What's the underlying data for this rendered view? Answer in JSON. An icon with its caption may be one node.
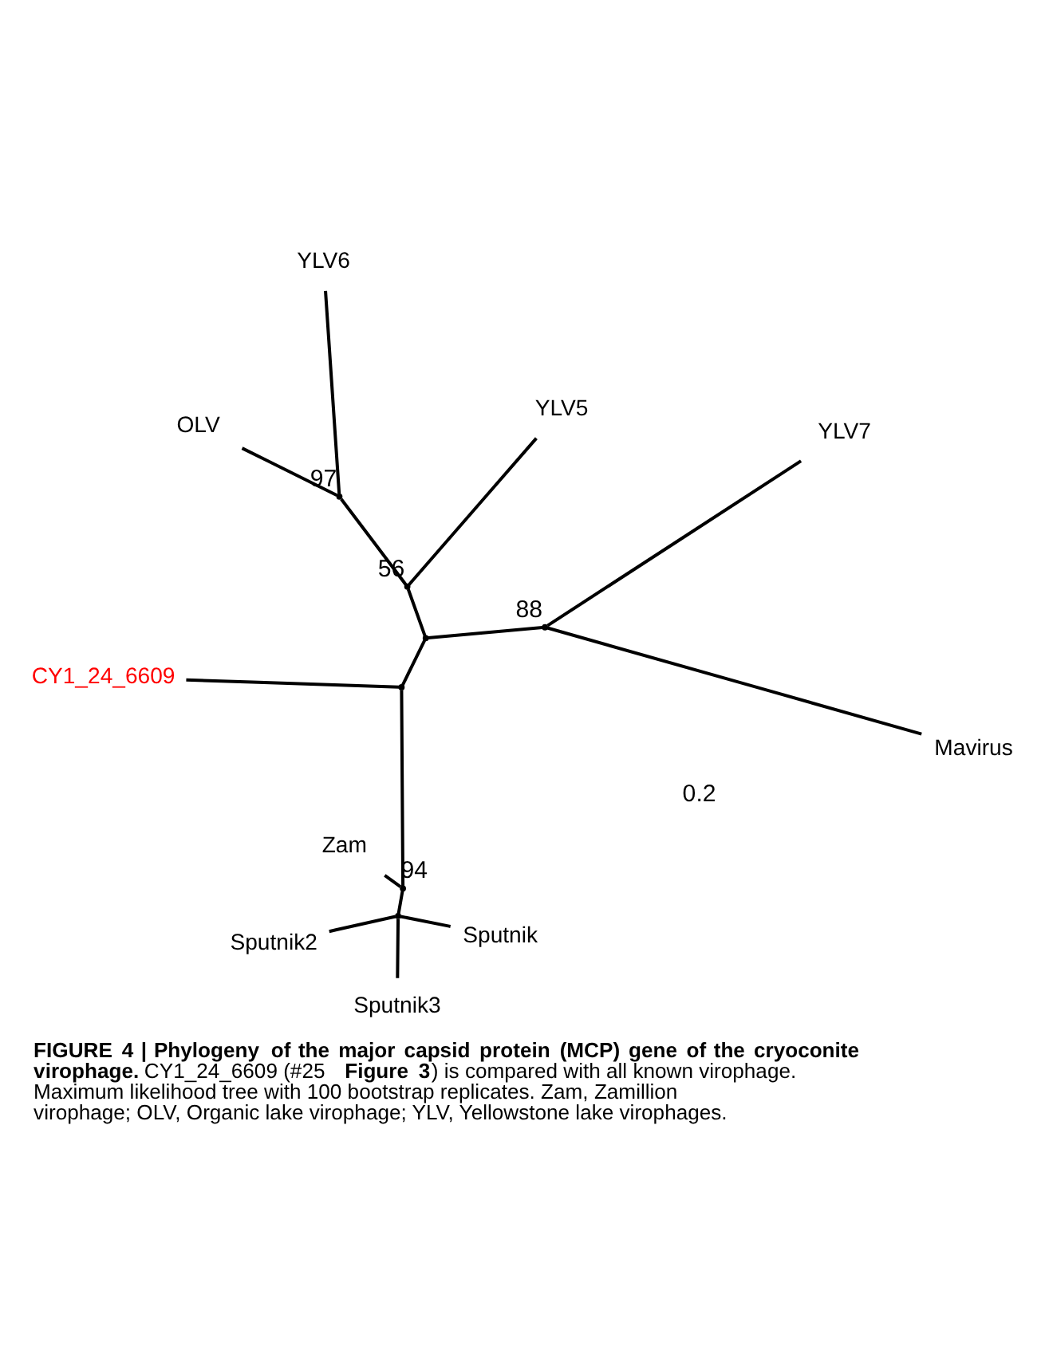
{
  "diagram": {
    "caption": "**FIGURE 4 | Phylogeny of the major capsid protein (MCP) gene of the cryoconite virophage.** CY1_24_6609 (#25 **Figure 3**) is compared with all known virophage. Maximum likelihood tree with 100 bootstrap replicates. Zam, Zamillion virophage; OLV, Organic lake virophage; YLV, Yellowstone lake virophages.",
    "nodes": [
      {
        "text": [
          "CY1_24_6609"
        ]
      },
      {
        "text": [
          "YLV5"
        ]
      },
      {
        "text": [
          "OLV"
        ]
      },
      {
        "text": [
          "YLV6"
        ]
      },
      {
        "text": [
          "YLV7"
        ]
      },
      {
        "text": [
          "Zam"
        ]
      },
      {
        "text": [
          "Sputnik3"
        ]
      },
      {
        "text": [
          "Sputnik"
        ]
      },
      {
        "text": [
          "Sputnik2"
        ]
      },
      {
        "text": [
          "Mavirus"
        ]
      },
      {
        "text": [],
        "shape": "point"
      },
      {
        "text": [],
        "shape": "point"
      },
      {
        "text": [],
        "shape": "point",
        "beside": [
          "56"
        ]
      },
      {
        "text": [],
        "shape": "point",
        "beside": [
          "97"
        ]
      },
      {
        "text": [],
        "shape": "point",
        "beside": [
          "88"
        ]
      },
      {
        "text": [],
        "shape": "point",
        "beside": [
          "94"
        ]
      },
      {
        "text": [],
        "shape": "point"
      }
    ],
    "edges": [
      {
        "from": 10,
        "to": 0,
        "arrow": "none"
      },
      {
        "from": 10,
        "to": 11,
        "arrow": "none"
      },
      {
        "from": 10,
        "to": 15,
        "arrow": "none"
      },
      {
        "from": 11,
        "to": 12,
        "arrow": "none"
      },
      {
        "from": 11,
        "to": 14,
        "arrow": "none"
      },
      {
        "from": 12,
        "to": 1,
        "arrow": "none"
      },
      {
        "from": 12,
        "to": 13,
        "arrow": "none"
      },
      {
        "from": 13,
        "to": 2,
        "arrow": "none"
      },
      {
        "from": 13,
        "to": 3,
        "arrow": "none"
      },
      {
        "from": 14,
        "to": 4,
        "arrow": "none"
      },
      {
        "from": 14,
        "to": 9,
        "arrow": "none"
      },
      {
        "from": 15,
        "to": 5,
        "arrow": "none"
      },
      {
        "from": 15,
        "to": 16,
        "arrow": "none"
      },
      {
        "from": 16,
        "to": 6,
        "arrow": "none"
      },
      {
        "from": 16,
        "to": 7,
        "arrow": "none"
      },
      {
        "from": 16,
        "to": 8,
        "arrow": "none"
      }
    ],
    "labels": [
      "0.2"
    ]
  }
}
